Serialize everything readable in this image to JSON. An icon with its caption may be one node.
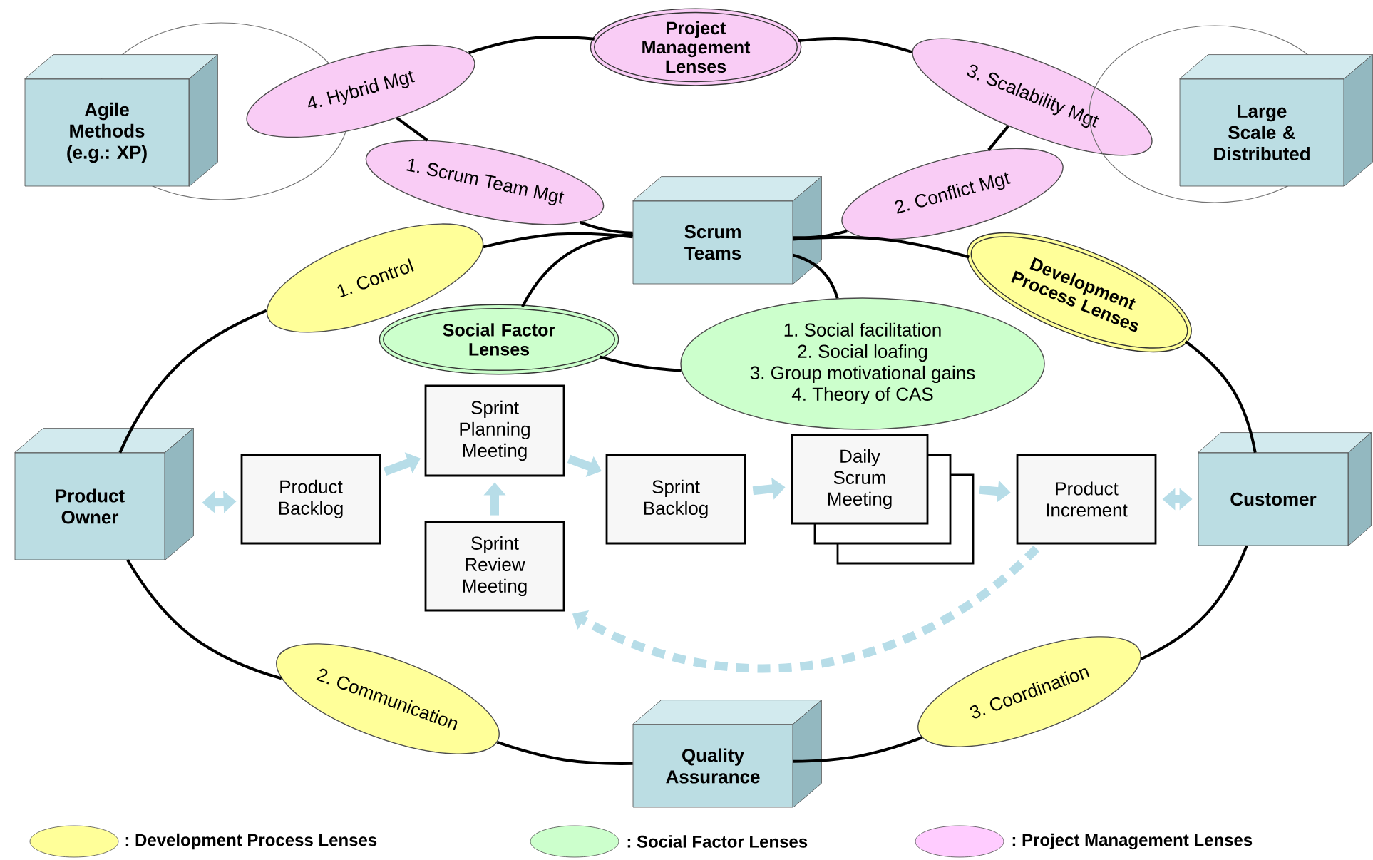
{
  "diagram": {
    "nodes": [
      {
        "text": [
          "Project Management Lenses"
        ]
      },
      {
        "text": [
          "Agile Methods (e.g.: XP)"
        ]
      },
      {
        "text": [
          "4. Hybrid Mgt"
        ]
      },
      {
        "text": [
          "3. Scalability Mgt"
        ]
      },
      {
        "text": [
          "Large Scale & Distributed"
        ]
      },
      {
        "text": [
          "1. Scrum Team Mgt"
        ]
      },
      {
        "text": [
          "2. Conflict Mgt"
        ]
      },
      {
        "text": [
          "Scrum Teams"
        ]
      },
      {
        "text": [
          "1. Control"
        ]
      },
      {
        "text": [
          "Development Process Lenses"
        ]
      },
      {
        "text": [
          "Social Factor Lenses"
        ]
      },
      {
        "text": [
          "1. Social facilitation",
          "2. Social loafing",
          "3. Group motivational gains",
          "4. Theory of CAS"
        ]
      },
      {
        "text": [
          "Sprint Planning Meeting"
        ]
      },
      {
        "text": [
          "Product Owner"
        ]
      },
      {
        "text": [
          "Product Backlog"
        ]
      },
      {
        "text": [
          "Sprint Backlog"
        ]
      },
      {
        "text": [
          "Daily Scrum Meeting"
        ]
      },
      {
        "text": [
          "Product Increment"
        ]
      },
      {
        "text": [
          "Customer"
        ]
      },
      {
        "text": [
          "Sprint Review Meeting"
        ]
      },
      {
        "text": [
          "2. Communication"
        ]
      },
      {
        "text": [
          "3. Coordination"
        ]
      },
      {
        "text": [
          "Quality Assurance"
        ]
      }
    ],
    "edges": [
      {
        "from": 13,
        "to": 14,
        "arrow": "both",
        "style": "thick",
        "color": "#b7dde8"
      },
      {
        "from": 14,
        "to": 12,
        "arrow": "to",
        "style": "thick",
        "color": "#b7dde8"
      },
      {
        "from": 19,
        "to": 12,
        "arrow": "to",
        "style": "thick",
        "color": "#b7dde8"
      },
      {
        "from": 12,
        "to": 15,
        "arrow": "to",
        "style": "thick",
        "color": "#b7dde8"
      },
      {
        "from": 15,
        "to": 16,
        "arrow": "to",
        "style": "thick",
        "color": "#b7dde8"
      },
      {
        "from": 16,
        "to": 17,
        "arrow": "to",
        "style": "thick",
        "color": "#b7dde8"
      },
      {
        "from": 17,
        "to": 18,
        "arrow": "both",
        "style": "thick",
        "color": "#b7dde8"
      },
      {
        "from": 17,
        "to": 19,
        "arrow": "to",
        "style": "dashed",
        "color": "#b7dde8"
      },
      {
        "from": 13,
        "to": 8,
        "arrow": "none"
      },
      {
        "from": 8,
        "to": 7,
        "arrow": "none"
      },
      {
        "from": 7,
        "to": 9,
        "arrow": "none"
      },
      {
        "from": 9,
        "to": 18,
        "arrow": "none"
      },
      {
        "from": 18,
        "to": 21,
        "arrow": "none"
      },
      {
        "from": 21,
        "to": 22,
        "arrow": "none"
      },
      {
        "from": 22,
        "to": 20,
        "arrow": "none"
      },
      {
        "from": 20,
        "to": 13,
        "arrow": "none"
      },
      {
        "from": 7,
        "to": 5,
        "arrow": "none"
      },
      {
        "from": 5,
        "to": 2,
        "arrow": "none"
      },
      {
        "from": 2,
        "to": 0,
        "arrow": "none"
      },
      {
        "from": 0,
        "to": 3,
        "arrow": "none"
      },
      {
        "from": 3,
        "to": 6,
        "arrow": "none"
      },
      {
        "from": 6,
        "to": 7,
        "arrow": "none"
      },
      {
        "from": 7,
        "to": 10,
        "arrow": "none"
      },
      {
        "from": 10,
        "to": 11,
        "arrow": "none"
      },
      {
        "from": 11,
        "to": 7,
        "arrow": "none"
      }
    ],
    "legend": [
      {
        "text": ": Development Process Lenses",
        "color": "#ffff99"
      },
      {
        "text": ": Social Factor Lenses",
        "color": "#ccffcc"
      },
      {
        "text": ": Project Management Lenses",
        "color": "#ffccff"
      }
    ]
  }
}
